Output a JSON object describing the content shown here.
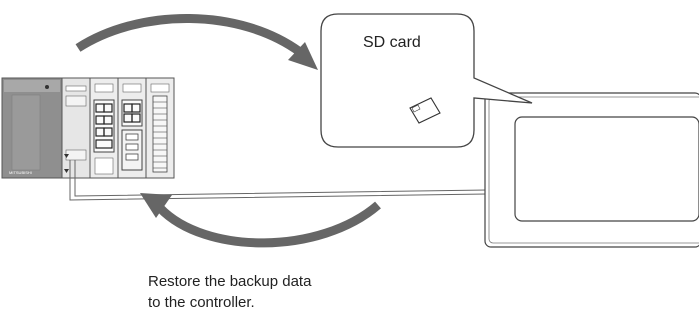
{
  "callout": {
    "title": "SD card"
  },
  "plc": {
    "brand_text": "MITSUBISHI"
  },
  "caption": {
    "line1": "Restore the backup data",
    "line2": "to the controller."
  },
  "colors": {
    "arrow": "#666666",
    "plc_dark": "#8c8c8c",
    "plc_light": "#e6e6e6",
    "outline": "#444444"
  }
}
